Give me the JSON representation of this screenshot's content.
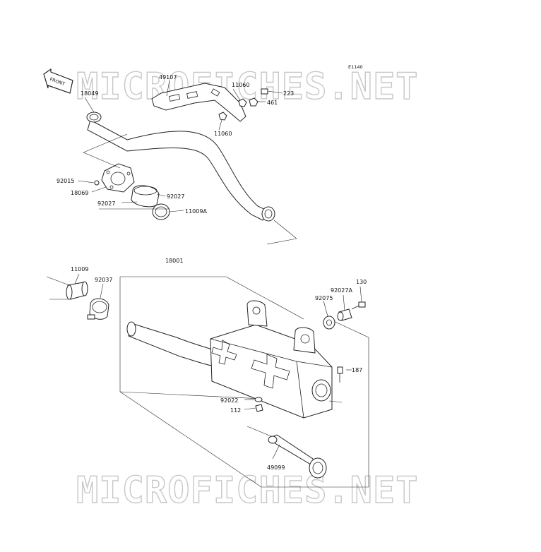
{
  "watermark": {
    "text": "MICROFICHES.NET"
  },
  "diagram_code": "E1140",
  "front_label": "FRONT",
  "parts": {
    "p18049": "18049",
    "p49107": "49107",
    "p11060a": "11060",
    "p11060b": "11060",
    "p223": "223",
    "p461": "461",
    "p92015": "92015",
    "p18069": "18069",
    "p92027a": "92027",
    "p92027b": "92027",
    "p11009A": "11009A",
    "p18001": "18001",
    "p11009": "11009",
    "p92037": "92037",
    "p130": "130",
    "p92027A": "92027A",
    "p92075": "92075",
    "p187": "187",
    "p92022": "92022",
    "p112": "112",
    "p49099": "49099"
  }
}
